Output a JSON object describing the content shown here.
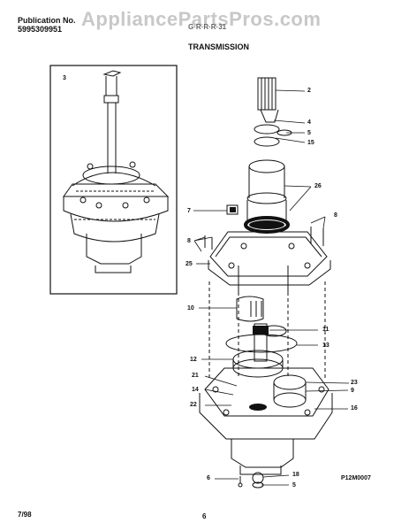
{
  "header": {
    "publication_label": "Publication No.",
    "publication_number": "5995309951",
    "watermark": "AppliancePartsPros.com",
    "model_partial": "G·R·R·R·31",
    "section_title": "TRANSMISSION"
  },
  "inset": {
    "callout": "3"
  },
  "callouts": [
    {
      "id": "2",
      "label": "2"
    },
    {
      "id": "4",
      "label": "4"
    },
    {
      "id": "5a",
      "label": "5"
    },
    {
      "id": "15",
      "label": "15"
    },
    {
      "id": "26",
      "label": "26"
    },
    {
      "id": "7",
      "label": "7"
    },
    {
      "id": "8r",
      "label": "8"
    },
    {
      "id": "8l",
      "label": "8"
    },
    {
      "id": "25",
      "label": "25"
    },
    {
      "id": "10",
      "label": "10"
    },
    {
      "id": "11",
      "label": "11"
    },
    {
      "id": "13",
      "label": "13"
    },
    {
      "id": "12",
      "label": "12"
    },
    {
      "id": "21",
      "label": "21"
    },
    {
      "id": "14",
      "label": "14"
    },
    {
      "id": "23",
      "label": "23"
    },
    {
      "id": "9",
      "label": "9"
    },
    {
      "id": "22",
      "label": "22"
    },
    {
      "id": "16",
      "label": "16"
    },
    {
      "id": "6",
      "label": "6"
    },
    {
      "id": "18",
      "label": "18"
    },
    {
      "id": "5b",
      "label": "5"
    }
  ],
  "drawing_code": "P12M0007",
  "footer": {
    "date": "7/98",
    "page": "6"
  }
}
